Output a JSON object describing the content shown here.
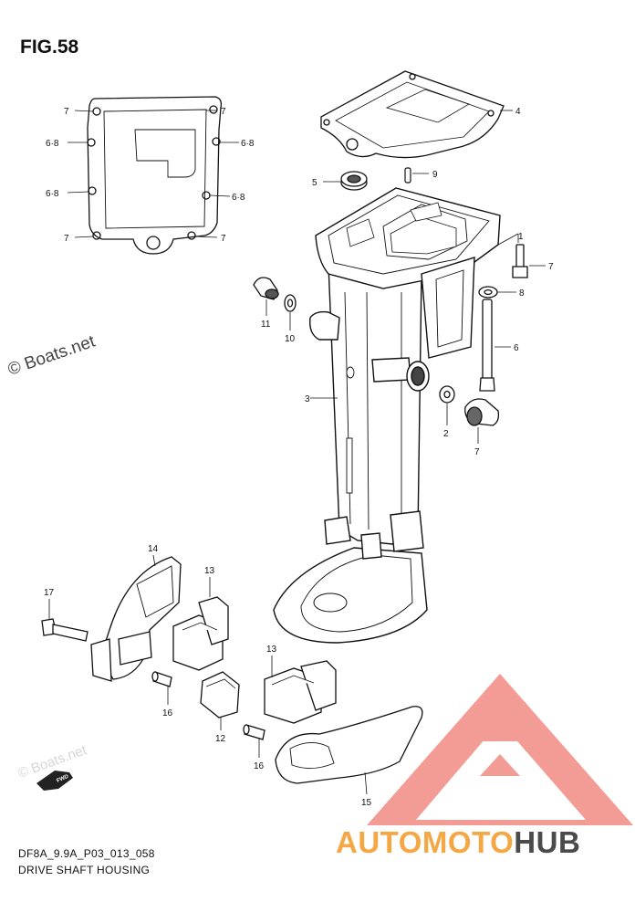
{
  "title": "FIG.58",
  "drawing_code": "DF8A_9.9A_P03_013_058",
  "caption": "DRIVE SHAFT HOUSING",
  "watermark": "© Boats.net",
  "watermark_faint": "© Boats.net",
  "brand": {
    "part1": "AUTO",
    "part2": "MOTO",
    "part3": "HUB"
  },
  "fwd_label": "FWD",
  "colors": {
    "brand_orange": "#f4a742",
    "brand_gray": "#4b4b4b",
    "triangle_red": "#e8322e"
  },
  "labels": {
    "c1": "1",
    "c2": "2",
    "c3": "3",
    "c4": "4",
    "c5": "5",
    "c6": "6",
    "c7a": "7",
    "c7b": "7",
    "c7c": "7",
    "c7d": "7",
    "c7e": "7",
    "c7f": "7",
    "c68a": "6·8",
    "c68b": "6·8",
    "c68c": "6·8",
    "c68d": "6·8",
    "c8": "8",
    "c9": "9",
    "c10": "10",
    "c11": "11",
    "c12": "12",
    "c13a": "13",
    "c13b": "13",
    "c14": "14",
    "c15": "15",
    "c16a": "16",
    "c16b": "16",
    "c17": "17"
  }
}
